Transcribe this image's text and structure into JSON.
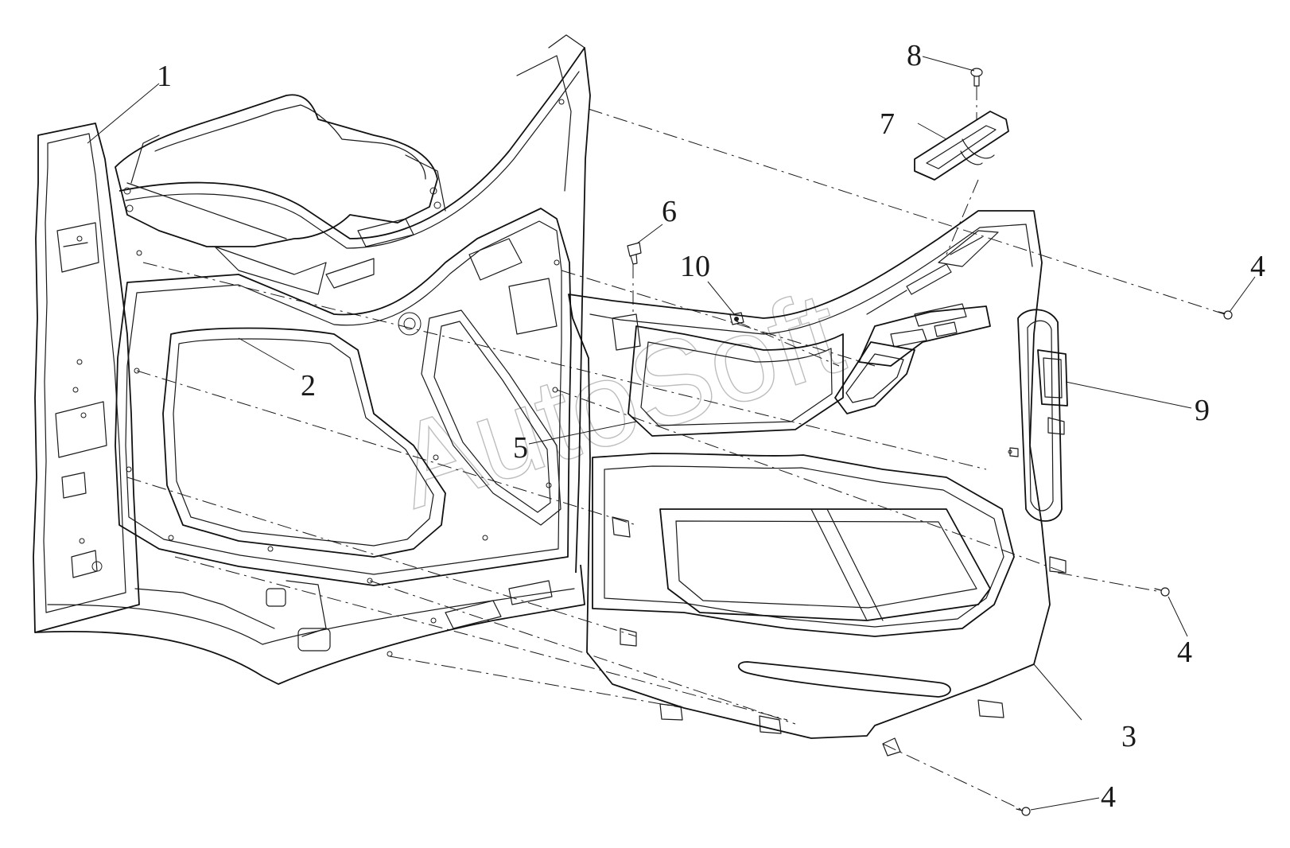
{
  "callouts": {
    "c1": "1",
    "c2": "2",
    "c3": "3",
    "c4a": "4",
    "c4b": "4",
    "c4c": "4",
    "c5": "5",
    "c6": "6",
    "c7": "7",
    "c8": "8",
    "c9": "9",
    "c10": "10"
  },
  "watermark": "AutoSoft",
  "colors": {
    "line": "#1a1a1a",
    "watermark": "#bdbdbd",
    "background": "#ffffff"
  }
}
